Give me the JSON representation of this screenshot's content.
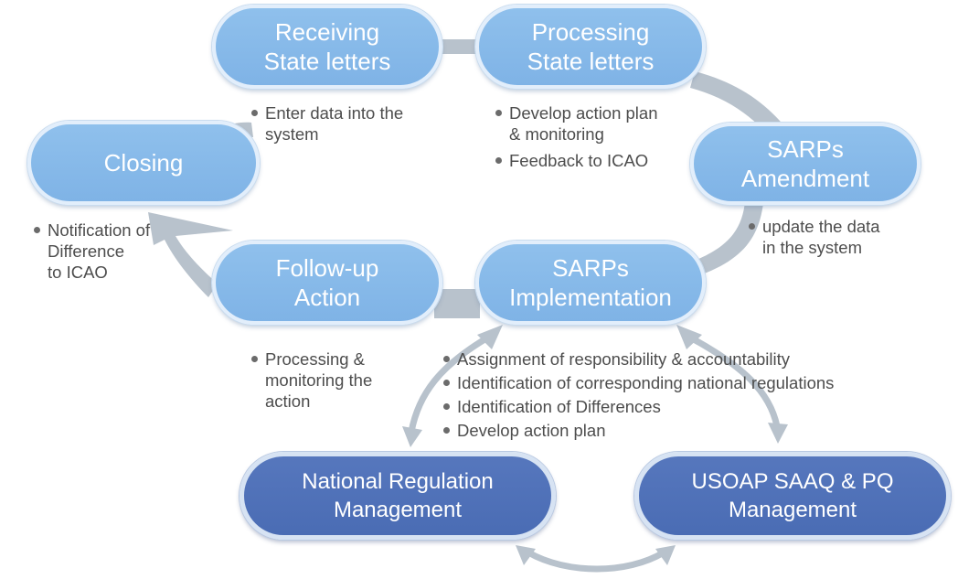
{
  "nodes": {
    "receiving": {
      "line1": "Receiving",
      "line2": "State letters"
    },
    "processing": {
      "line1": "Processing",
      "line2": "State letters"
    },
    "sarps_amendment": {
      "line1": "SARPs",
      "line2": "Amendment"
    },
    "sarps_implementation": {
      "line1": "SARPs",
      "line2": "Implementation"
    },
    "follow_up": {
      "line1": "Follow-up",
      "line2": "Action"
    },
    "closing": {
      "line1": "Closing"
    },
    "national_regulation": {
      "line1": "National Regulation",
      "line2": "Management"
    },
    "usoap": {
      "line1": "USOAP SAAQ & PQ",
      "line2": "Management"
    }
  },
  "notes": {
    "receiving": {
      "line1": "Enter data into the",
      "line2": "system"
    },
    "processing": {
      "item1_line1": "Develop action plan",
      "item1_line2": "& monitoring",
      "item2": "Feedback to ICAO"
    },
    "amendment": {
      "line1": "update the data",
      "line2": "in the system"
    },
    "closing": {
      "line1": "Notification of",
      "line2": "Difference",
      "line3": "to ICAO"
    },
    "follow_up": {
      "line1": "Processing &",
      "line2": "monitoring the",
      "line3": "action"
    },
    "implementation": [
      "Assignment of responsibility & accountability",
      "Identification of corresponding national regulations",
      "Identification of Differences",
      "Develop action plan"
    ]
  },
  "colors": {
    "light_node": "#84b7e8",
    "dark_node": "#4f70b8",
    "arrow": "#b8c2cc",
    "text": "#4d4d4d"
  }
}
